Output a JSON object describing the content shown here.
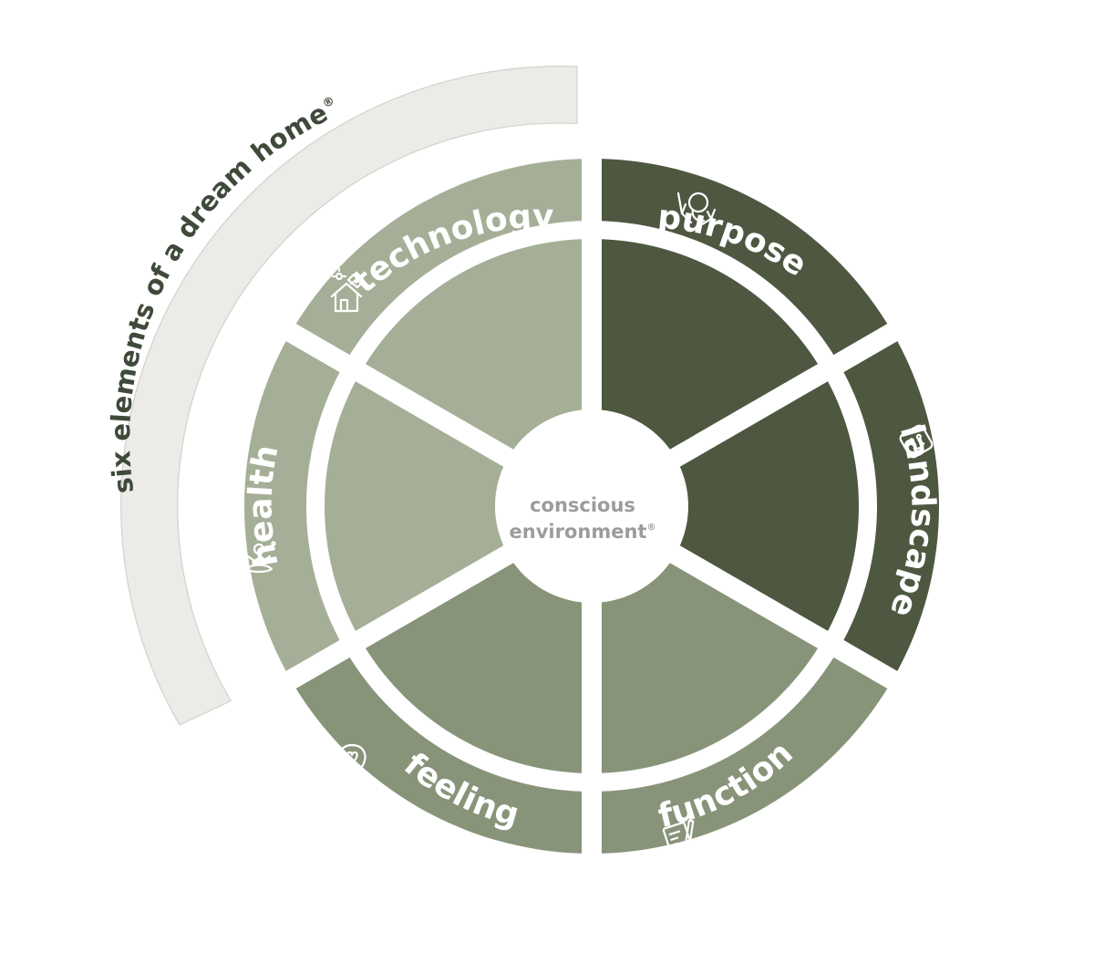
{
  "diagram": {
    "outer_band_label": "six elements of a dream home",
    "outer_band_mark": "®",
    "center": {
      "line1": "conscious",
      "line2": "environment",
      "mark": "®"
    },
    "colors": {
      "dark": "#4e5841",
      "medium": "#889479",
      "light": "#a5af97",
      "band": "#ecebe7",
      "band_stroke": "#d2d1cb",
      "background": "#ffffff",
      "top_label": "#3f4a3a",
      "center_text": "#9c9c9c"
    },
    "segments": [
      {
        "id": "purpose",
        "label": "purpose",
        "icon": "hands-head-icon",
        "tone": "dark"
      },
      {
        "id": "landscape",
        "label": "landscape",
        "icon": "landscape-tile-icon",
        "tone": "dark"
      },
      {
        "id": "function",
        "label": "function",
        "icon": "pencil-drawing-icon",
        "tone": "medium"
      },
      {
        "id": "feeling",
        "label": "feeling",
        "icon": "heart-bubble-icon",
        "tone": "medium"
      },
      {
        "id": "health",
        "label": "health",
        "icon": "meditation-icon",
        "tone": "light"
      },
      {
        "id": "technology",
        "label": "technology",
        "icon": "solar-house-icon",
        "tone": "light"
      }
    ]
  }
}
